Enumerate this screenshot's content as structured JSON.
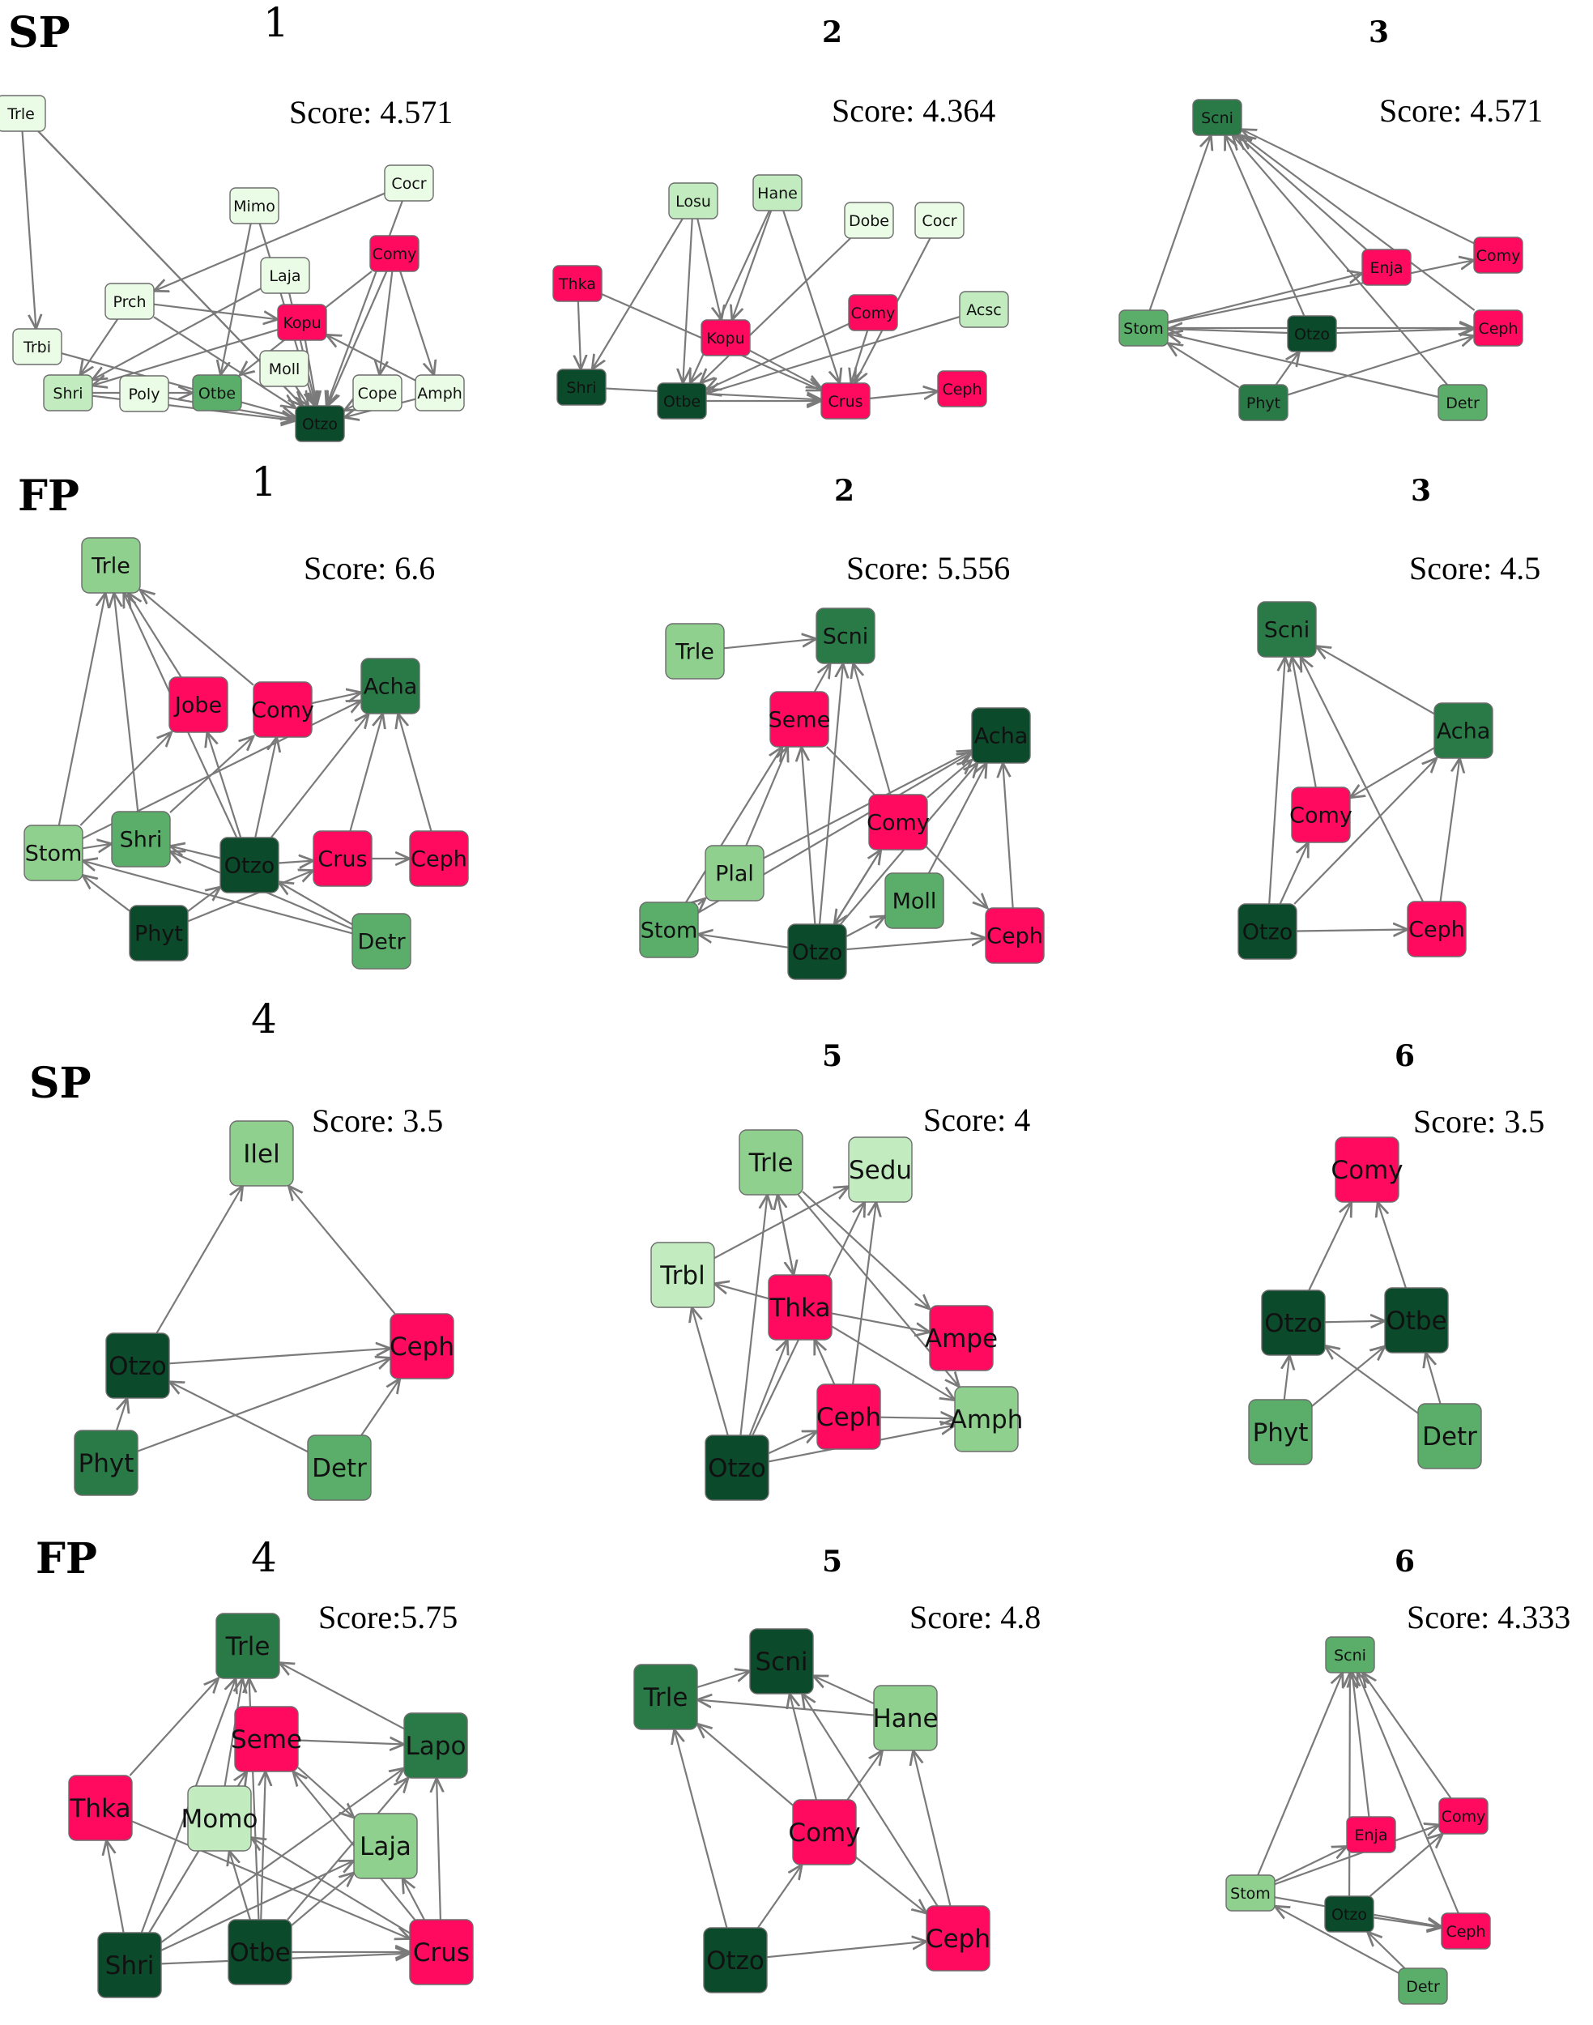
{
  "colors": {
    "magenta": "#ff0a5e",
    "darkest": "#0b4a2a",
    "dark": "#2a7a48",
    "mid": "#5aae6a",
    "light": "#8fd08f",
    "lighter": "#c2ecbf",
    "lightest": "#eafbe6"
  },
  "panels": [
    {
      "row_label": "SP",
      "num": "1",
      "num_style": "plain",
      "score": "Score: 4.571",
      "size": "small",
      "nodes": [
        {
          "label": "Trle",
          "color": "lightest"
        },
        {
          "label": "Mimo",
          "color": "lightest"
        },
        {
          "label": "Cocr",
          "color": "lightest"
        },
        {
          "label": "Comy",
          "color": "magenta"
        },
        {
          "label": "Laja",
          "color": "lightest"
        },
        {
          "label": "Prch",
          "color": "lightest"
        },
        {
          "label": "Kopu",
          "color": "magenta"
        },
        {
          "label": "Trbi",
          "color": "lightest"
        },
        {
          "label": "Moll",
          "color": "lightest"
        },
        {
          "label": "Shri",
          "color": "lighter"
        },
        {
          "label": "Poly",
          "color": "lightest"
        },
        {
          "label": "Otbe",
          "color": "mid"
        },
        {
          "label": "Cope",
          "color": "lightest"
        },
        {
          "label": "Amph",
          "color": "lightest"
        },
        {
          "label": "Otzo",
          "color": "darkest"
        }
      ]
    },
    {
      "row_label": "",
      "num": "2",
      "num_style": "bold",
      "score": "Score: 4.364",
      "size": "small",
      "nodes": [
        {
          "label": "Hane",
          "color": "lighter"
        },
        {
          "label": "Losu",
          "color": "lighter"
        },
        {
          "label": "Dobe",
          "color": "lightest"
        },
        {
          "label": "Cocr",
          "color": "lightest"
        },
        {
          "label": "Thka",
          "color": "magenta"
        },
        {
          "label": "Acsc",
          "color": "lighter"
        },
        {
          "label": "Comy",
          "color": "magenta"
        },
        {
          "label": "Kopu",
          "color": "magenta"
        },
        {
          "label": "Shri",
          "color": "darkest"
        },
        {
          "label": "Otbe",
          "color": "darkest"
        },
        {
          "label": "Crus",
          "color": "magenta"
        },
        {
          "label": "Ceph",
          "color": "magenta"
        }
      ]
    },
    {
      "row_label": "",
      "num": "3",
      "num_style": "bold",
      "score": "Score: 4.571",
      "size": "small",
      "nodes": [
        {
          "label": "Scni",
          "color": "dark"
        },
        {
          "label": "Comy",
          "color": "magenta"
        },
        {
          "label": "Enja",
          "color": "magenta"
        },
        {
          "label": "Stom",
          "color": "mid"
        },
        {
          "label": "Otzo",
          "color": "darkest"
        },
        {
          "label": "Ceph",
          "color": "magenta"
        },
        {
          "label": "Phyt",
          "color": "dark"
        },
        {
          "label": "Detr",
          "color": "mid"
        }
      ]
    },
    {
      "row_label": "FP",
      "num": "1",
      "num_style": "plain",
      "score": "Score: 6.6",
      "size": "medium",
      "nodes": [
        {
          "label": "Trle",
          "color": "light"
        },
        {
          "label": "Jobe",
          "color": "magenta"
        },
        {
          "label": "Comy",
          "color": "magenta"
        },
        {
          "label": "Acha",
          "color": "dark"
        },
        {
          "label": "Shri",
          "color": "mid"
        },
        {
          "label": "Stom",
          "color": "light"
        },
        {
          "label": "Otzo",
          "color": "darkest"
        },
        {
          "label": "Crus",
          "color": "magenta"
        },
        {
          "label": "Ceph",
          "color": "magenta"
        },
        {
          "label": "Phyt",
          "color": "darkest"
        },
        {
          "label": "Detr",
          "color": "mid"
        }
      ]
    },
    {
      "row_label": "",
      "num": "2",
      "num_style": "bold",
      "score": "Score: 5.556",
      "size": "medium",
      "nodes": [
        {
          "label": "Scni",
          "color": "dark"
        },
        {
          "label": "Trle",
          "color": "light"
        },
        {
          "label": "Seme",
          "color": "magenta"
        },
        {
          "label": "Acha",
          "color": "darkest"
        },
        {
          "label": "Comy",
          "color": "magenta"
        },
        {
          "label": "Plal",
          "color": "light"
        },
        {
          "label": "Moll",
          "color": "mid"
        },
        {
          "label": "Stom",
          "color": "mid"
        },
        {
          "label": "Otzo",
          "color": "darkest"
        },
        {
          "label": "Ceph",
          "color": "magenta"
        }
      ]
    },
    {
      "row_label": "",
      "num": "3",
      "num_style": "bold",
      "score": "Score: 4.5",
      "size": "medium",
      "nodes": [
        {
          "label": "Scni",
          "color": "dark"
        },
        {
          "label": "Acha",
          "color": "dark"
        },
        {
          "label": "Comy",
          "color": "magenta"
        },
        {
          "label": "Otzo",
          "color": "darkest"
        },
        {
          "label": "Ceph",
          "color": "magenta"
        }
      ]
    },
    {
      "row_label": "SP",
      "num": "4",
      "num_style": "plain",
      "score": "Score: 3.5",
      "size": "large",
      "nodes": [
        {
          "label": "Ilel",
          "color": "light"
        },
        {
          "label": "Ceph",
          "color": "magenta"
        },
        {
          "label": "Otzo",
          "color": "darkest"
        },
        {
          "label": "Phyt",
          "color": "dark"
        },
        {
          "label": "Detr",
          "color": "mid"
        }
      ]
    },
    {
      "row_label": "",
      "num": "5",
      "num_style": "bold",
      "score": "Score: 4",
      "size": "large",
      "nodes": [
        {
          "label": "Trle",
          "color": "light"
        },
        {
          "label": "Sedu",
          "color": "lighter"
        },
        {
          "label": "Trbl",
          "color": "lighter"
        },
        {
          "label": "Thka",
          "color": "magenta"
        },
        {
          "label": "Ampe",
          "color": "magenta"
        },
        {
          "label": "Ceph",
          "color": "magenta"
        },
        {
          "label": "Amph",
          "color": "light"
        },
        {
          "label": "Otzo",
          "color": "darkest"
        }
      ]
    },
    {
      "row_label": "",
      "num": "6",
      "num_style": "bold",
      "score": "Score: 3.5",
      "size": "large",
      "nodes": [
        {
          "label": "Comy",
          "color": "magenta"
        },
        {
          "label": "Otzo",
          "color": "darkest"
        },
        {
          "label": "Otbe",
          "color": "darkest"
        },
        {
          "label": "Phyt",
          "color": "mid"
        },
        {
          "label": "Detr",
          "color": "mid"
        }
      ]
    },
    {
      "row_label": "FP",
      "num": "4",
      "num_style": "plain",
      "score": "Score:5.75",
      "size": "large",
      "nodes": [
        {
          "label": "Trle",
          "color": "dark"
        },
        {
          "label": "Seme",
          "color": "magenta"
        },
        {
          "label": "Lapo",
          "color": "dark"
        },
        {
          "label": "Thka",
          "color": "magenta"
        },
        {
          "label": "Momo",
          "color": "lighter"
        },
        {
          "label": "Laja",
          "color": "light"
        },
        {
          "label": "Shri",
          "color": "darkest"
        },
        {
          "label": "Otbe",
          "color": "darkest"
        },
        {
          "label": "Crus",
          "color": "magenta"
        }
      ]
    },
    {
      "row_label": "",
      "num": "5",
      "num_style": "bold",
      "score": "Score: 4.8",
      "size": "large",
      "nodes": [
        {
          "label": "Scni",
          "color": "darkest"
        },
        {
          "label": "Trle",
          "color": "dark"
        },
        {
          "label": "Hane",
          "color": "light"
        },
        {
          "label": "Comy",
          "color": "magenta"
        },
        {
          "label": "Otzo",
          "color": "darkest"
        },
        {
          "label": "Ceph",
          "color": "magenta"
        }
      ]
    },
    {
      "row_label": "",
      "num": "6",
      "num_style": "bold",
      "score": "Score: 4.333",
      "size": "small",
      "nodes": [
        {
          "label": "Scni",
          "color": "mid"
        },
        {
          "label": "Comy",
          "color": "magenta"
        },
        {
          "label": "Enja",
          "color": "magenta"
        },
        {
          "label": "Stom",
          "color": "light"
        },
        {
          "label": "Otzo",
          "color": "darkest"
        },
        {
          "label": "Ceph",
          "color": "magenta"
        },
        {
          "label": "Detr",
          "color": "mid"
        }
      ]
    }
  ]
}
